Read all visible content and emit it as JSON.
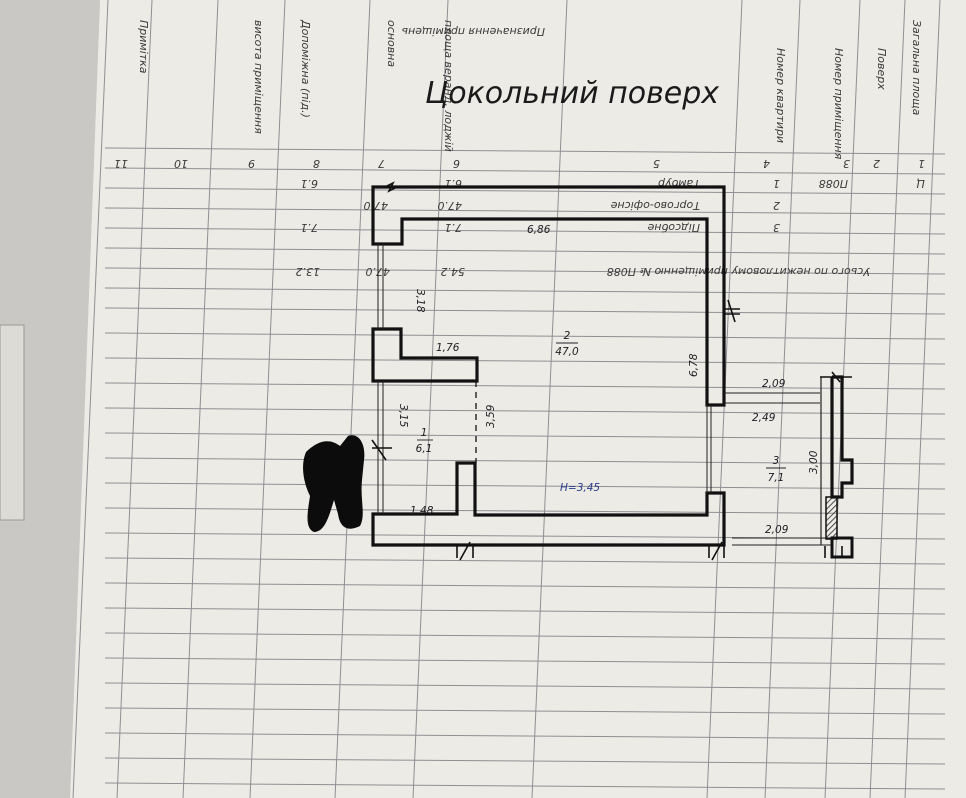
{
  "title": "Цокольний поверх",
  "header_texts": [
    {
      "id": "h-priznachennia",
      "text": "Призначення приміщень"
    },
    {
      "id": "h-nomer-kv",
      "text": "Номер квартири"
    },
    {
      "id": "h-nomer-prym",
      "text": "Номер приміщення"
    },
    {
      "id": "h-poverkh",
      "text": "Поверх"
    },
    {
      "id": "h-zagalna",
      "text": "Загальна площа"
    },
    {
      "id": "h-osnovna",
      "text": "основна"
    },
    {
      "id": "h-dopomizhna",
      "text": "Допоміжна (під.)"
    },
    {
      "id": "h-prymitka",
      "text": "Примітка"
    },
    {
      "id": "h-ploshcha-ver",
      "text": "площа веранд, лоджій"
    },
    {
      "id": "h-vysota",
      "text": "висота приміщення"
    }
  ],
  "column_numbers": [
    "1",
    "2",
    "3",
    "4",
    "5",
    "6",
    "7",
    "8",
    "9",
    "10",
    "11"
  ],
  "table_rows": [
    {
      "floor": "Ц",
      "num": "П088",
      "idx": "1",
      "name": "Тамбур",
      "total": "6.1",
      "main": "",
      "aux": "6.1"
    },
    {
      "floor": "",
      "num": "",
      "idx": "2",
      "name": "Торгово-офісне",
      "total": "47.0",
      "main": "47.0",
      "aux": ""
    },
    {
      "floor": "",
      "num": "",
      "idx": "3",
      "name": "Підсобне",
      "total": "7.1",
      "main": "",
      "aux": "7.1"
    }
  ],
  "total_row": {
    "label": "Усього по нежитловому приміщенню № П088",
    "total": "54.2",
    "main": "47.0",
    "aux": "13.2"
  },
  "dimensions": {
    "d686": "6,86",
    "d318": "3,18",
    "d176": "1,76",
    "d678": "6,78",
    "d209a": "2,09",
    "d249": "2,49",
    "d315": "3,15",
    "d359": "3,59",
    "d300": "3,00",
    "d148": "1,48",
    "d209b": "2,09"
  },
  "rooms": [
    {
      "id": "room-1",
      "number": "1",
      "area": "6,1"
    },
    {
      "id": "room-2",
      "number": "2",
      "area": "47,0"
    },
    {
      "id": "room-3",
      "number": "3",
      "area": "7,1"
    }
  ],
  "height_label": "H=3,45"
}
